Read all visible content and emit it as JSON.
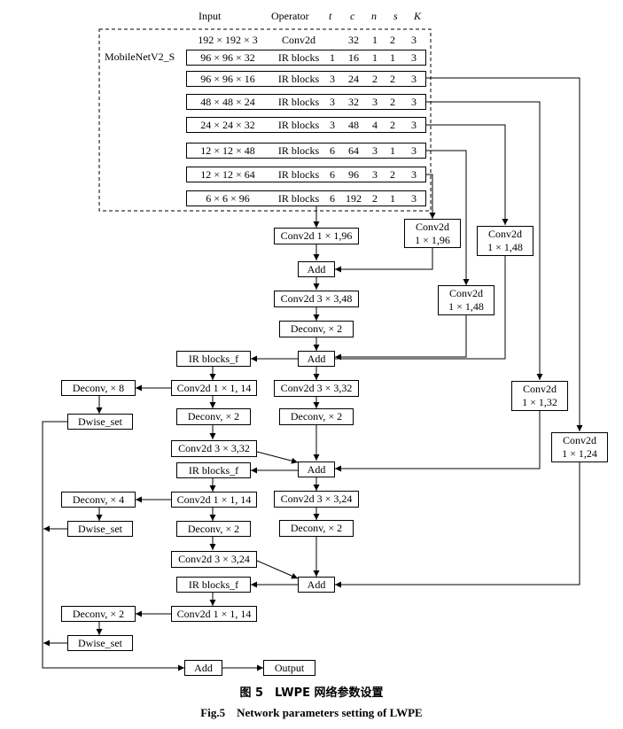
{
  "table": {
    "headers": {
      "input": "Input",
      "operator": "Operator",
      "t": "t",
      "c": "c",
      "n": "n",
      "s": "s",
      "k": "K"
    },
    "group_label": "MobileNetV2_S",
    "rows": [
      {
        "input": "192 × 192 × 3",
        "operator": "Conv2d",
        "t": "",
        "c": "32",
        "n": "1",
        "s": "2",
        "k": "3"
      },
      {
        "input": "96 × 96 × 32",
        "operator": "IR blocks",
        "t": "1",
        "c": "16",
        "n": "1",
        "s": "1",
        "k": "3"
      },
      {
        "input": "96 × 96 × 16",
        "operator": "IR blocks",
        "t": "3",
        "c": "24",
        "n": "2",
        "s": "2",
        "k": "3"
      },
      {
        "input": "48 × 48 × 24",
        "operator": "IR blocks",
        "t": "3",
        "c": "32",
        "n": "3",
        "s": "2",
        "k": "3"
      },
      {
        "input": "24 × 24 × 32",
        "operator": "IR blocks",
        "t": "3",
        "c": "48",
        "n": "4",
        "s": "2",
        "k": "3"
      },
      {
        "input": "12 × 12 × 48",
        "operator": "IR blocks",
        "t": "6",
        "c": "64",
        "n": "3",
        "s": "1",
        "k": "3"
      },
      {
        "input": "12 × 12 × 64",
        "operator": "IR blocks",
        "t": "6",
        "c": "96",
        "n": "3",
        "s": "2",
        "k": "3"
      },
      {
        "input": "6 × 6 × 96",
        "operator": "IR blocks",
        "t": "6",
        "c": "192",
        "n": "2",
        "s": "1",
        "k": "3"
      }
    ]
  },
  "nodes": {
    "conv_1x1_96_main": "Conv2d 1 × 1,96",
    "conv_side_96": {
      "l1": "Conv2d",
      "l2": "1 × 1,96"
    },
    "conv_side_48_a": {
      "l1": "Conv2d",
      "l2": "1 × 1,48"
    },
    "conv_side_48_b": {
      "l1": "Conv2d",
      "l2": "1 × 1,48"
    },
    "conv_side_32": {
      "l1": "Conv2d",
      "l2": "1 × 1,32"
    },
    "conv_side_24": {
      "l1": "Conv2d",
      "l2": "1 × 1,24"
    },
    "add_1": "Add",
    "conv_3x3_48": "Conv2d 3 × 3,48",
    "deconv_1": "Deconv, × 2",
    "add_2": "Add",
    "ir_blocks_f_1": "IR blocks_f",
    "conv_3x3_32_main": "Conv2d 3 × 3,32",
    "deconv_2": "Deconv, × 2",
    "conv_1x1_14_a": "Conv2d 1 × 1, 14",
    "deconv_x8": "Deconv, × 8",
    "dwise_set_1": "Dwise_set",
    "deconv_b1": "Deconv, × 2",
    "conv_3x3_32_b": "Conv2d 3 × 3,32",
    "add_3": "Add",
    "ir_blocks_f_2": "IR blocks_f",
    "conv_1x1_14_b": "Conv2d 1 × 1, 14",
    "conv_3x3_24_main": "Conv2d 3 × 3,24",
    "deconv_x4": "Deconv, × 4",
    "dwise_set_2": "Dwise_set",
    "deconv_b2": "Deconv, × 2",
    "deconv_3": "Deconv, × 2",
    "conv_3x3_24_b": "Conv2d 3 × 3,24",
    "add_4": "Add",
    "ir_blocks_f_3": "IR blocks_f",
    "conv_1x1_14_c": "Conv2d 1 × 1, 14",
    "deconv_x2_c": "Deconv, × 2",
    "dwise_set_3": "Dwise_set",
    "add_final": "Add",
    "output": "Output"
  },
  "caption": {
    "cn": "图 5　LWPE 网络参数设置",
    "en": "Fig.5　Network parameters setting of LWPE"
  }
}
